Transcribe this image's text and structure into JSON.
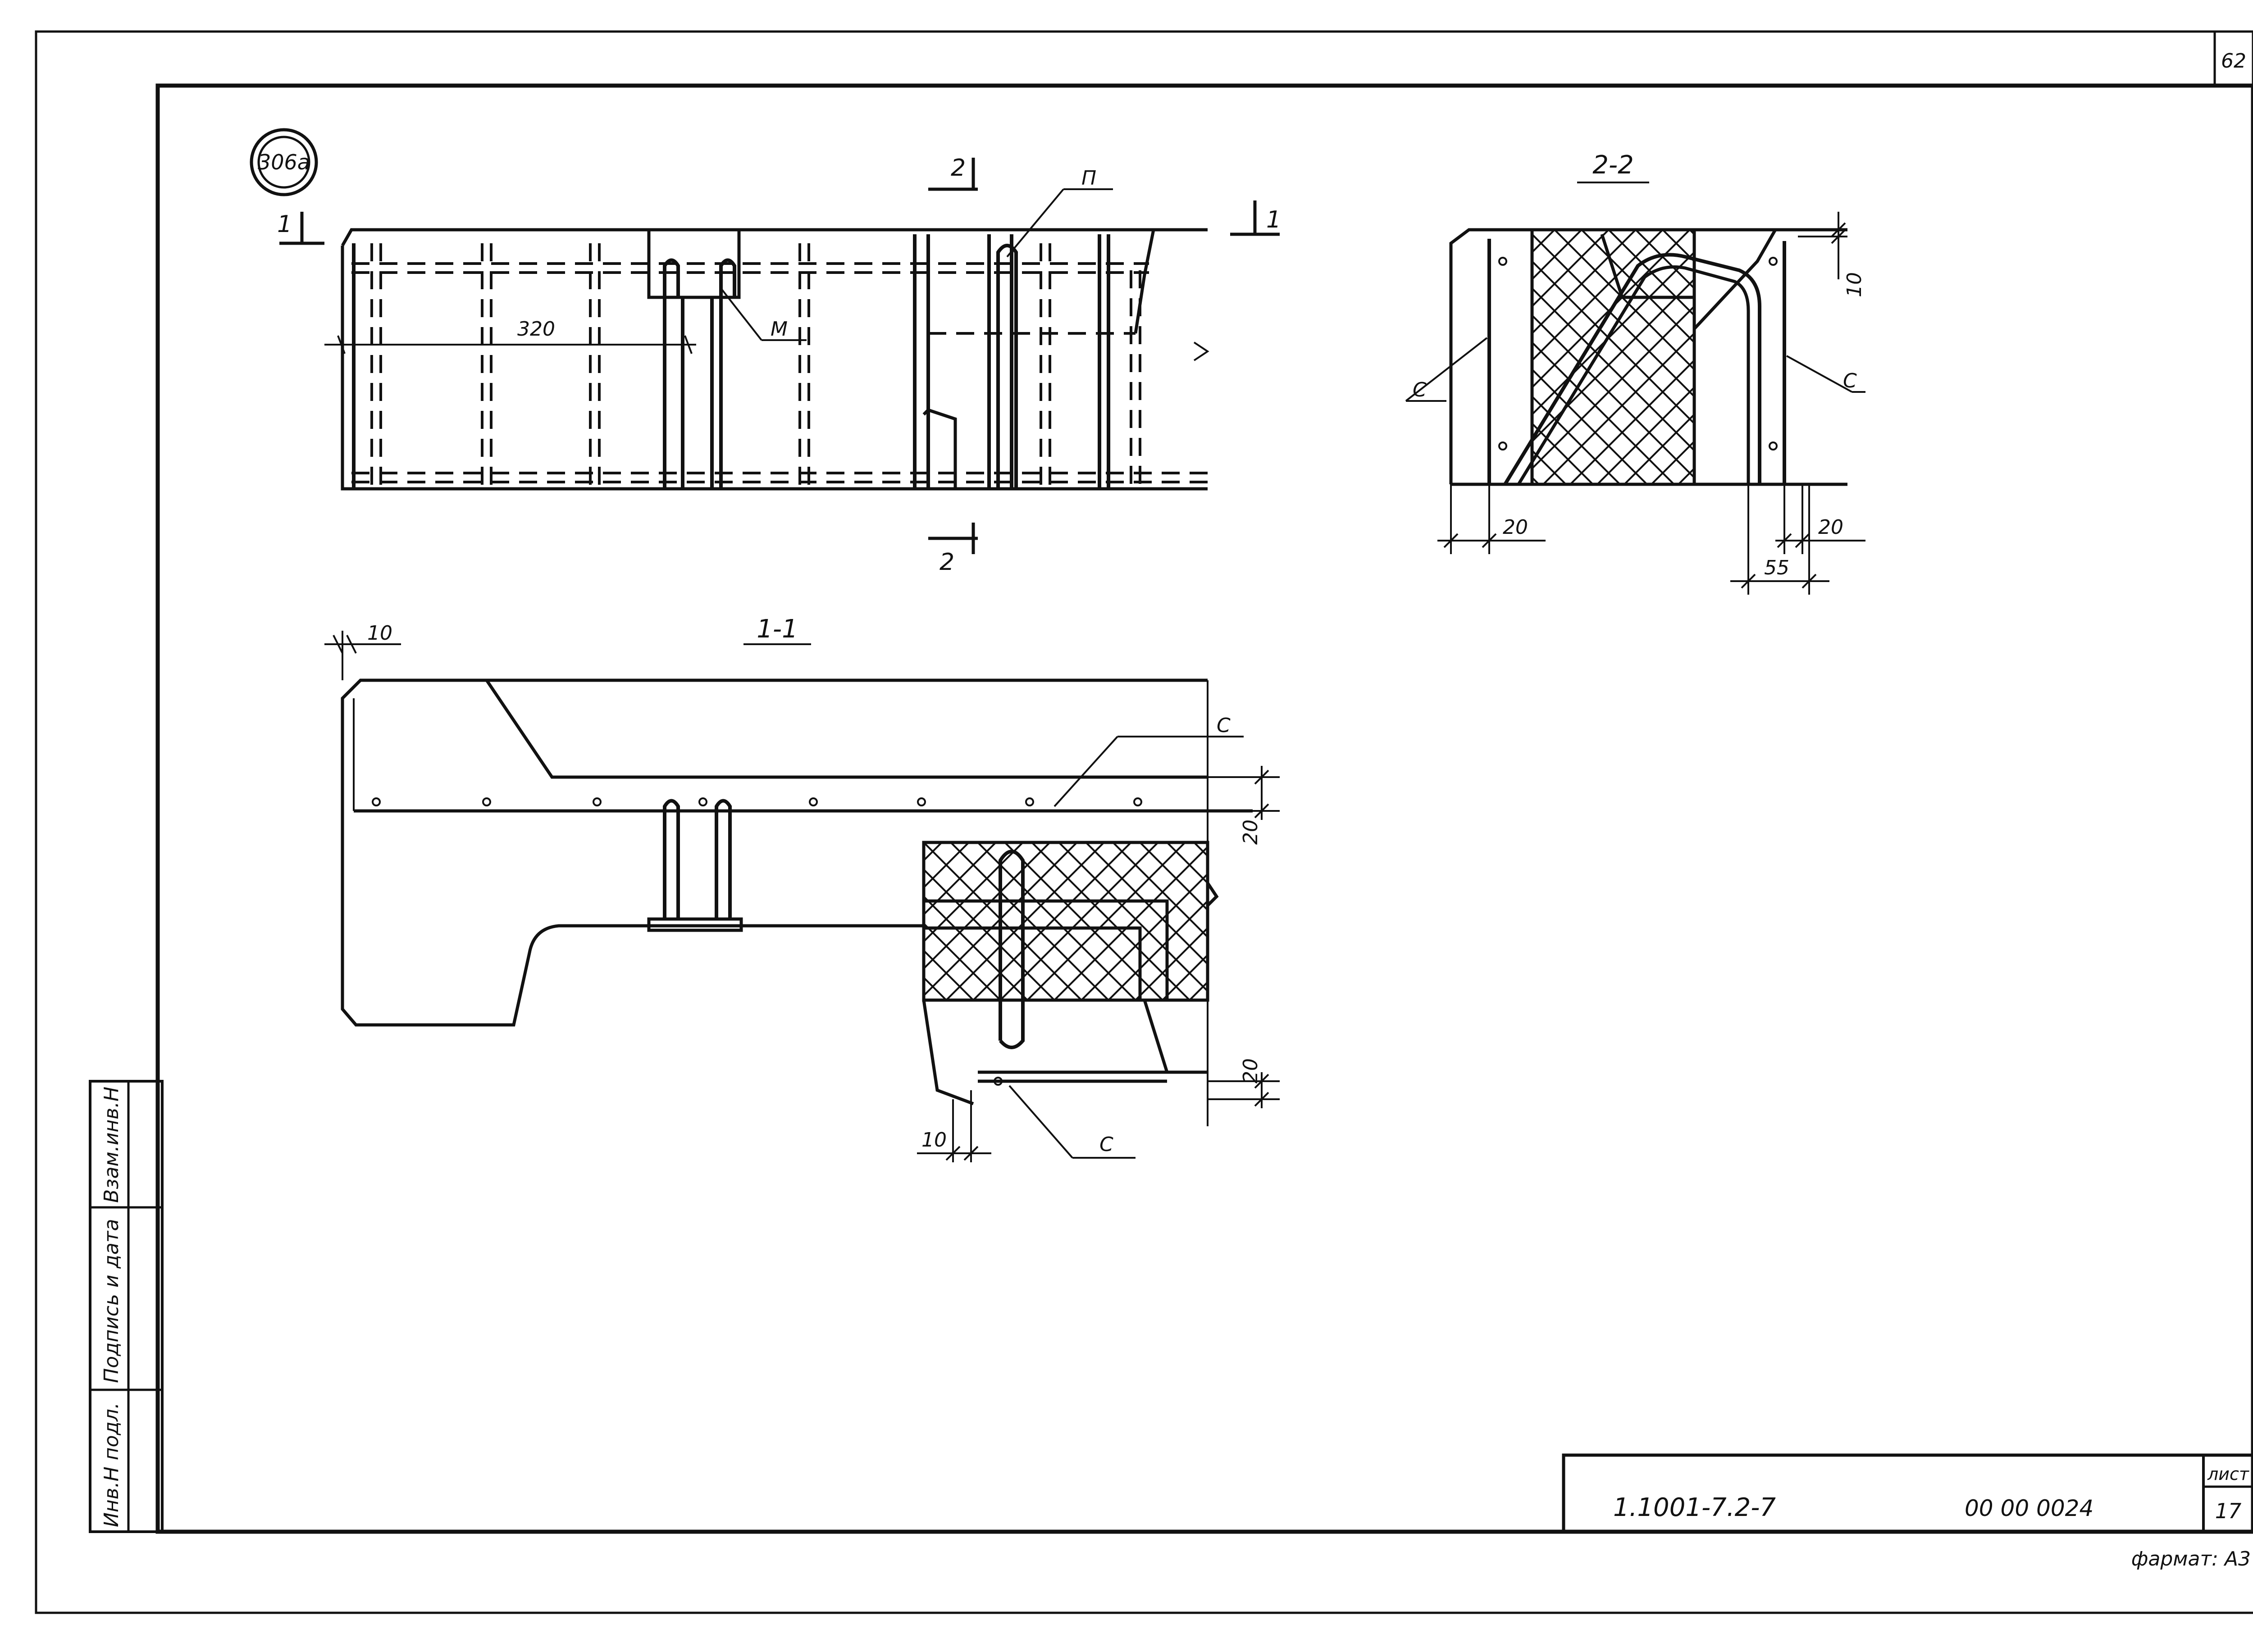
{
  "sheet": {
    "page_number": "62",
    "stamp": "306а",
    "format_label": "фармат: А3"
  },
  "title_block": {
    "designation": "1.1001-7.2-7",
    "code": "00 00 0024",
    "sheet_label": "лист",
    "sheet_no": "17"
  },
  "side_stamp": {
    "labels": [
      "Инв.Н подл.",
      "Подпись и дата",
      "Взам.инв.Н"
    ]
  },
  "plan_view": {
    "section_1_mark": "1",
    "section_2_mark": "2",
    "dim_320": "320",
    "label_m": "М",
    "label_p": "П"
  },
  "section_1_1": {
    "title": "1-1",
    "dim_10_top": "10",
    "dim_20_top": "20",
    "dim_20_bottom": "20",
    "dim_10_bottom": "10",
    "label_c_top": "С",
    "label_c_bottom": "С"
  },
  "section_2_2": {
    "title": "2-2",
    "dim_10": "10",
    "dim_20_left": "20",
    "dim_20_right": "20",
    "dim_55": "55",
    "label_c_left": "С",
    "label_c_right": "С"
  }
}
